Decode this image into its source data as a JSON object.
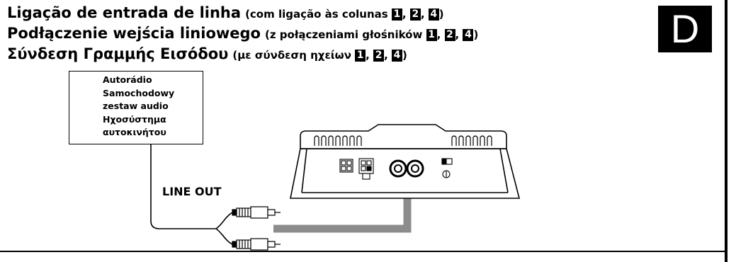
{
  "titles": [
    {
      "main": "Ligação de entrada de linha",
      "sub_prefix": "(com ligação às colunas",
      "badges": [
        "1",
        "2",
        "4"
      ],
      "sub_suffix": ")"
    },
    {
      "main": "Podłączenie wejścia liniowego",
      "sub_prefix": "(z połączeniami głośników",
      "badges": [
        "1",
        "2",
        "4"
      ],
      "sub_suffix": ")"
    },
    {
      "main": "Σύνδεση Γραμμής Εισόδου",
      "sub_prefix": "(με σύνδεση ηχείων",
      "badges": [
        "1",
        "2",
        "4"
      ],
      "sub_suffix": ")"
    }
  ],
  "section_badge": "D",
  "source_device": {
    "lines": [
      "Autorádio",
      "Samochodowy",
      "zestaw audio",
      "Ηχοσύστημα",
      "αυτοκινήτου"
    ]
  },
  "line_out_label": "LINE OUT",
  "colors": {
    "ink": "#000000",
    "signal_arrow": "#8c8c8c",
    "paper": "#ffffff"
  }
}
